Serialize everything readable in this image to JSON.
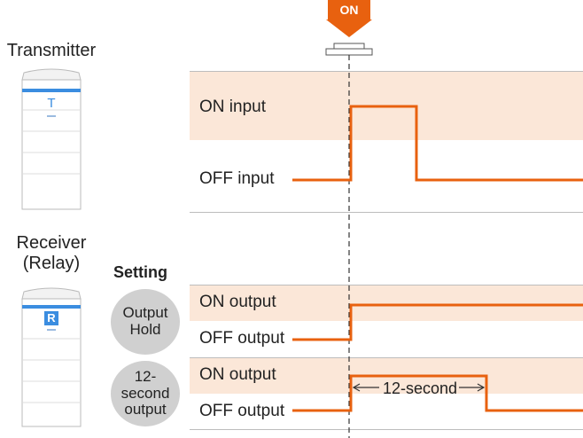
{
  "on_badge": "ON",
  "transmitter": {
    "label": "Transmitter",
    "letter": "T",
    "letter_color": "#3b8de0"
  },
  "receiver": {
    "label_line1": "Receiver",
    "label_line2": "(Relay)",
    "letter": "R",
    "badge_color": "#3b8de0"
  },
  "setting_title": "Setting",
  "settings": [
    {
      "line1": "Output",
      "line2": "Hold"
    },
    {
      "line1": "12-second",
      "line2": "output"
    }
  ],
  "transmitter_rows": {
    "on": "ON input",
    "off": "OFF input"
  },
  "hold_rows": {
    "on": "ON output",
    "off": "OFF output"
  },
  "timer_rows": {
    "on": "ON output",
    "off": "OFF output"
  },
  "duration_label": "12-second",
  "colors": {
    "signal": "#e8610f",
    "band": "#fbe7d8",
    "accent_blue": "#3b8de0"
  }
}
